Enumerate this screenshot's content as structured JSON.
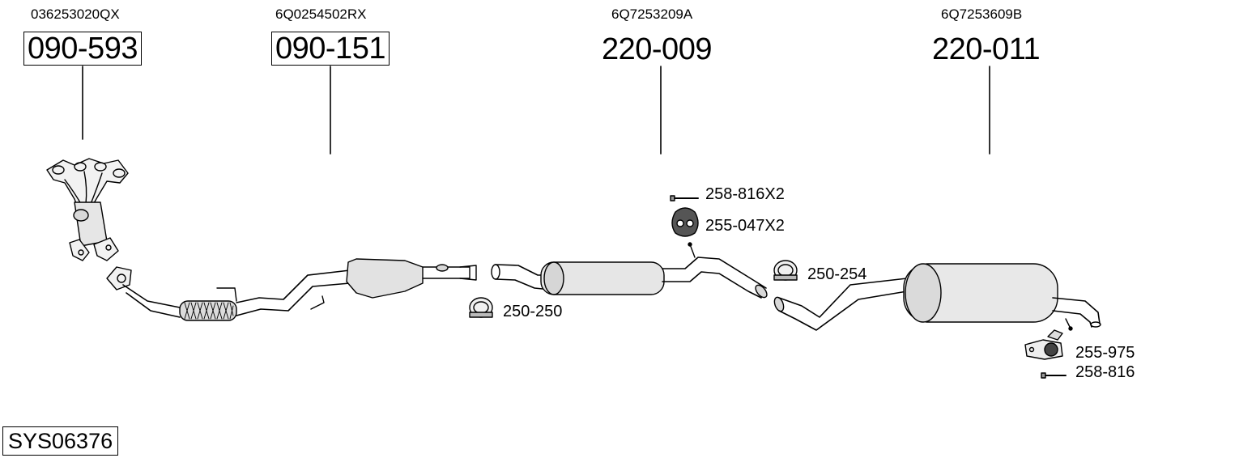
{
  "system_id": "SYS06376",
  "parts": [
    {
      "oem": "036253020QX",
      "number": "090-593",
      "boxed": true
    },
    {
      "oem": "6Q0254502RX",
      "number": "090-151",
      "boxed": true
    },
    {
      "oem": "6Q7253209A",
      "number": "220-009",
      "boxed": false
    },
    {
      "oem": "6Q7253609B",
      "number": "220-011",
      "boxed": false
    }
  ],
  "accessories": [
    {
      "label": "258-816X2",
      "item": "bolt"
    },
    {
      "label": "255-047X2",
      "item": "rubber-hanger"
    },
    {
      "label": "250-254",
      "item": "pipe-clamp"
    },
    {
      "label": "250-250",
      "item": "pipe-clamp"
    },
    {
      "label": "255-975",
      "item": "rubber-mount"
    },
    {
      "label": "258-816",
      "item": "bolt"
    }
  ]
}
